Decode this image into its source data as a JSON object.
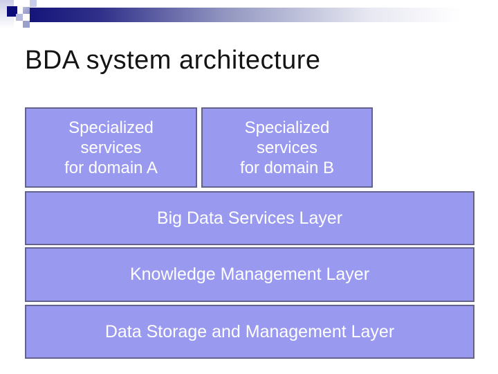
{
  "slide": {
    "title": "BDA system architecture",
    "background_color": "#ffffff",
    "title_color": "#141414"
  },
  "diagram": {
    "domain_boxes": [
      {
        "label": "Specialized\nservices\nfor domain A"
      },
      {
        "label": "Specialized\nservices\nfor domain B"
      }
    ],
    "layers": [
      {
        "label": "Big Data Services Layer"
      },
      {
        "label": "Knowledge Management Layer"
      },
      {
        "label": "Data Storage and Management Layer"
      }
    ],
    "colors": {
      "box_fill": "#9999f0",
      "box_border": "#62628c",
      "box_text": "#ffffff"
    }
  },
  "header_decoration": {
    "bar_gradient_start": "#15157a",
    "bar_gradient_end": "#ffffff",
    "navy_square_color": "#0b0b79",
    "pixel_square_colors": [
      "#c9cce9",
      "#a6abd4",
      "#b3b8dc",
      "#9aa0cb"
    ]
  }
}
